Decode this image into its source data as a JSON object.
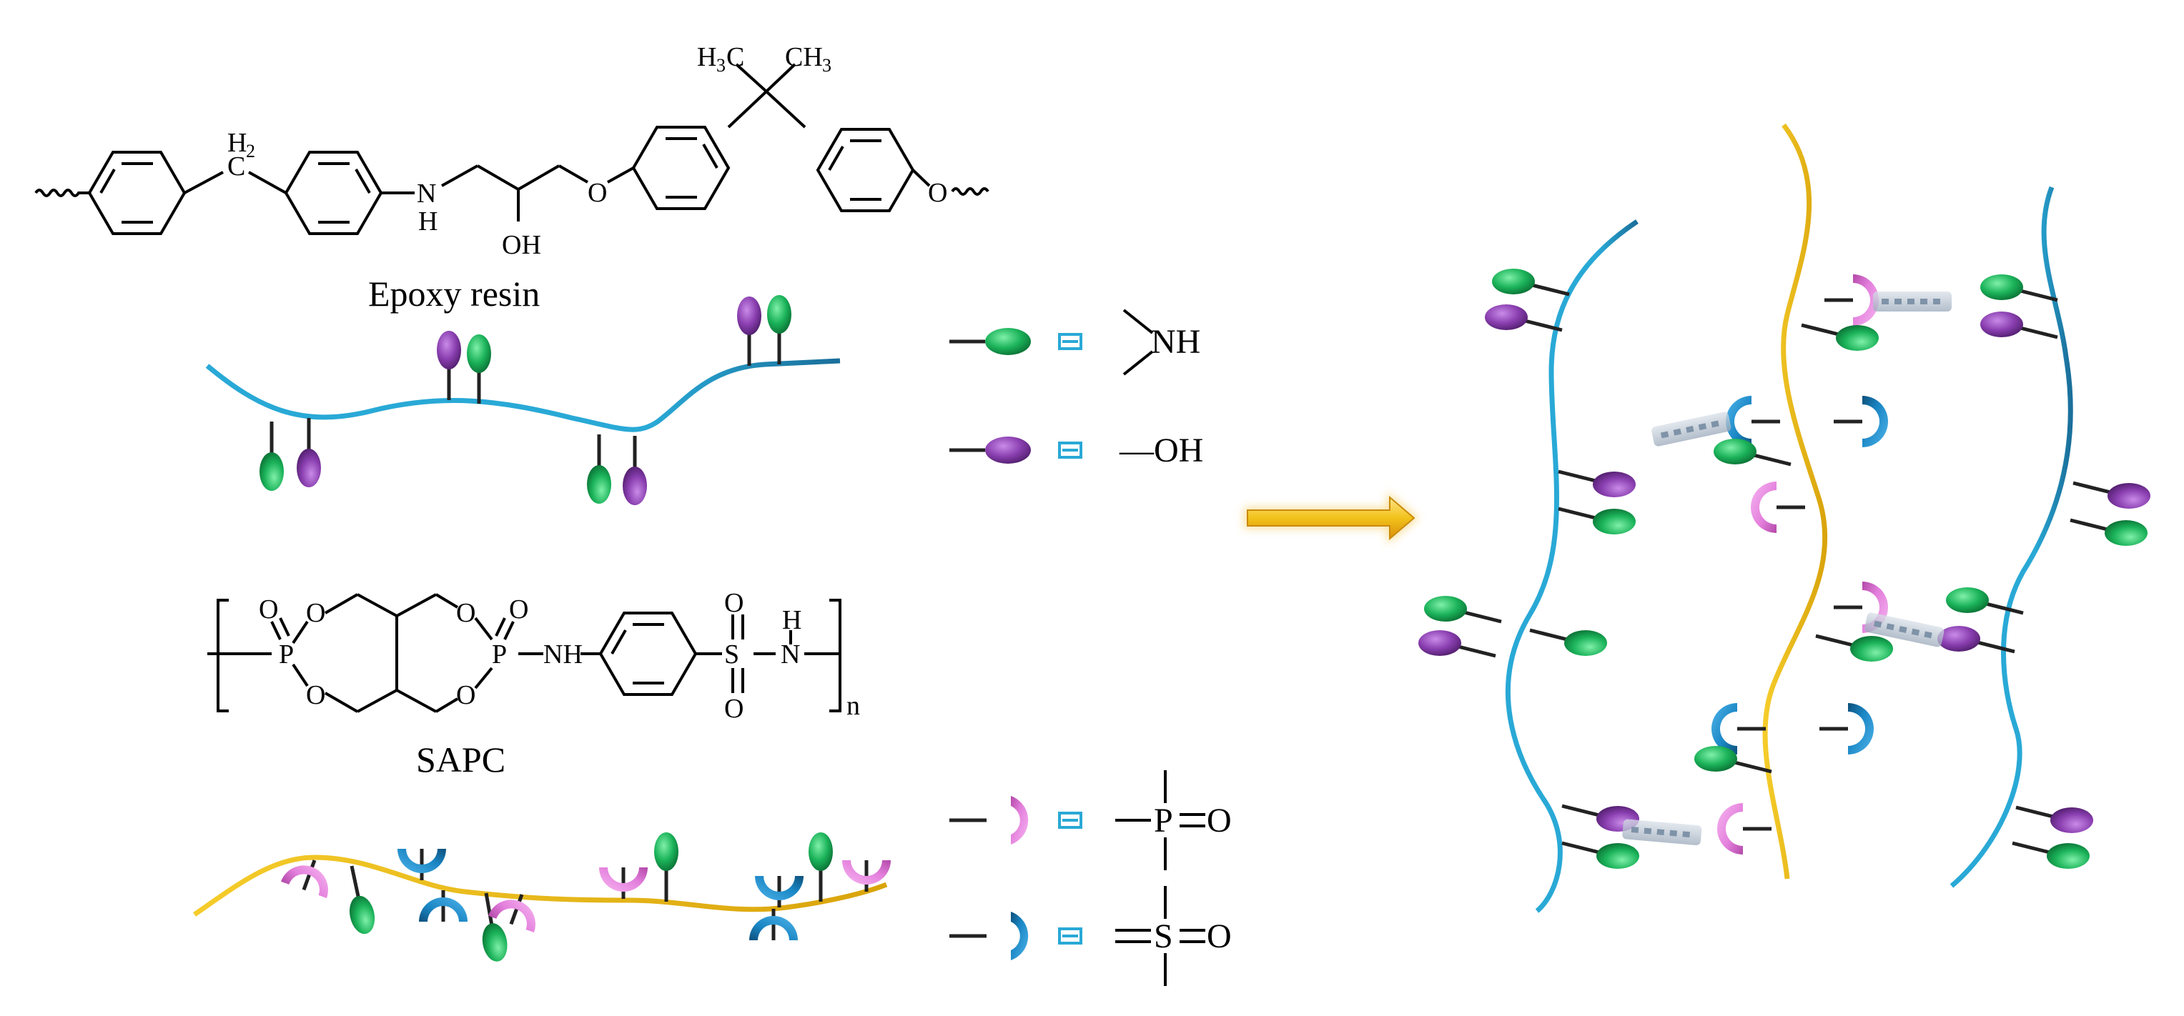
{
  "labels": {
    "epoxy_caption": "Epoxy resin",
    "sapc_caption": "SAPC",
    "sapc_subscript": "n"
  },
  "epoxy_atoms": {
    "ch2_h2": "H",
    "ch2_h2_sub": "2",
    "ch2_c": "C",
    "amine_n": "N",
    "amine_h": "H",
    "hydroxyl": "OH",
    "ether_o1": "O",
    "ether_o2": "O",
    "methyl_left": "H",
    "methyl_left_sub": "3",
    "methyl_left_c": "C",
    "methyl_right": "CH",
    "methyl_right_sub": "3"
  },
  "sapc_atoms": {
    "p1": "P",
    "p2": "P",
    "o_double_1": "O",
    "o_double_2": "O",
    "o_ring_1": "O",
    "o_ring_2": "O",
    "o_ring_3": "O",
    "o_ring_4": "O",
    "nh": "NH",
    "s": "S",
    "s_o_top": "O",
    "s_o_bottom": "O",
    "n": "N",
    "n_h": "H"
  },
  "legend": {
    "equals_symbol": "=",
    "nh_group": "NH",
    "oh_group": "—OH",
    "p_group_p": "P",
    "p_group_o": "O",
    "s_group_s": "S",
    "s_group_o": "O"
  },
  "colors": {
    "epoxy_chain": "#29a9d6",
    "epoxy_chain_dark": "#1a6f9a",
    "sapc_chain": "#f2c21a",
    "sapc_chain_dark": "#d9a40c",
    "nh_ellipse": "#1bb35a",
    "oh_ellipse": "#8a3fb0",
    "p_cup": "#e37fdc",
    "s_cup": "#1a86c4",
    "hbond": "#a9b6c4",
    "arrow": "#f2c21a"
  }
}
